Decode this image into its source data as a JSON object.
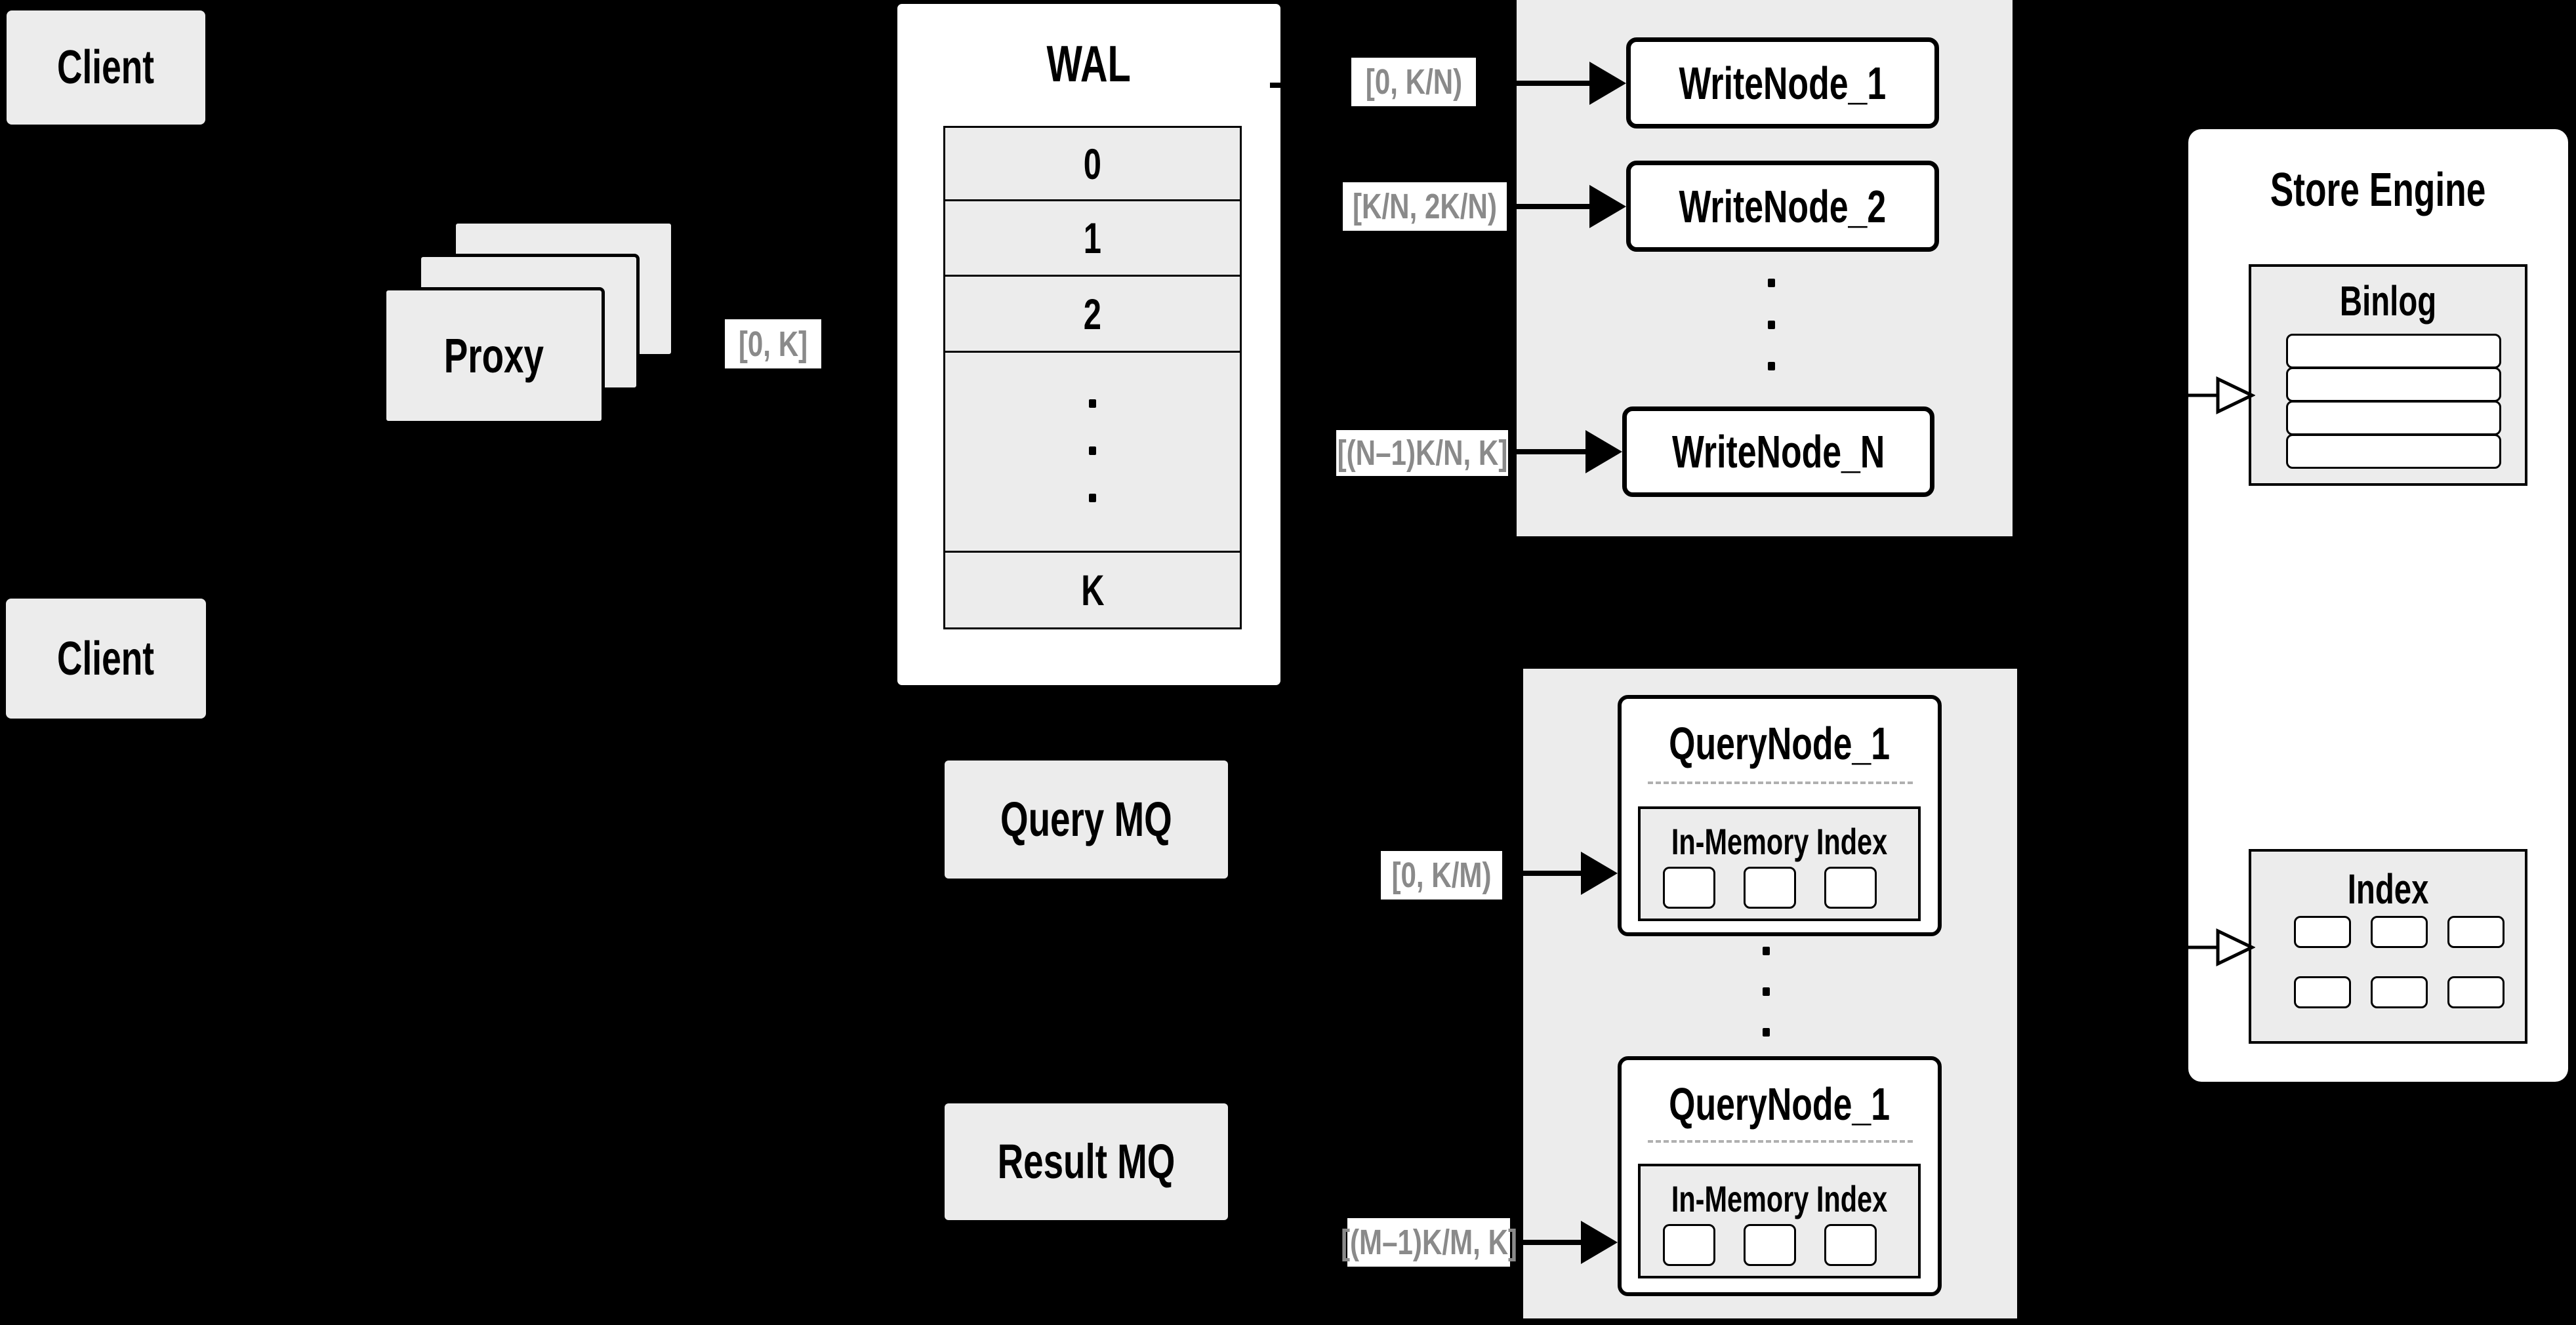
{
  "colors": {
    "bg": "#000000",
    "box-fill": "#ececec",
    "border": "#000000",
    "label-text": "#8a8a8a",
    "dash": "#b0b0b0"
  },
  "clients": {
    "top": "Client",
    "bottom": "Client"
  },
  "proxy": {
    "label": "Proxy",
    "range": "[0, K]"
  },
  "wal": {
    "title": "WAL",
    "segments": [
      "0",
      "1",
      "2"
    ],
    "last": "K"
  },
  "write_group": {
    "ranges": [
      "[0, K/N)",
      "[K/N, 2K/N)",
      "[(N–1)K/N, K]"
    ],
    "nodes": [
      "WriteNode_1",
      "WriteNode_2",
      "WriteNode_N"
    ]
  },
  "store": {
    "title": "Store Engine",
    "binlog": "Binlog",
    "index": "Index"
  },
  "queues": {
    "query": "Query MQ",
    "result": "Result MQ"
  },
  "query_group": {
    "ranges": [
      "[0, K/M)",
      "[(M–1)K/M, K]"
    ],
    "nodes": [
      {
        "title": "QueryNode_1",
        "inner": "In-Memory Index"
      },
      {
        "title": "QueryNode_1",
        "inner": "In-Memory Index"
      }
    ]
  }
}
